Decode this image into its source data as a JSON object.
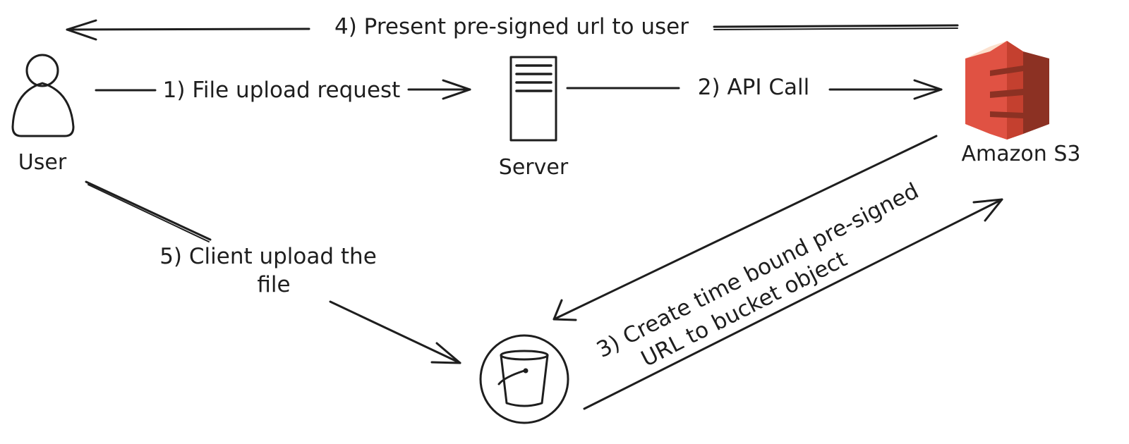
{
  "nodes": {
    "user": {
      "label": "User",
      "icon": "user-icon"
    },
    "server": {
      "label": "Server",
      "icon": "server-icon"
    },
    "s3": {
      "label": "Amazon S3",
      "icon": "amazon-s3-icon"
    },
    "bucket": {
      "icon": "bucket-icon"
    }
  },
  "edges": {
    "step1": "1) File upload request",
    "step2": "2) API Call",
    "step3": [
      "3) Create time bound pre-signed",
      "URL to bucket object"
    ],
    "step4": "4) Present pre-signed url to user",
    "step5": [
      "5) Client upload the",
      "file"
    ]
  },
  "colors": {
    "ink": "#1e1e1e",
    "s3_light": "#e05243",
    "s3_dark": "#8c3123",
    "hatch": "#b7bdd3"
  }
}
